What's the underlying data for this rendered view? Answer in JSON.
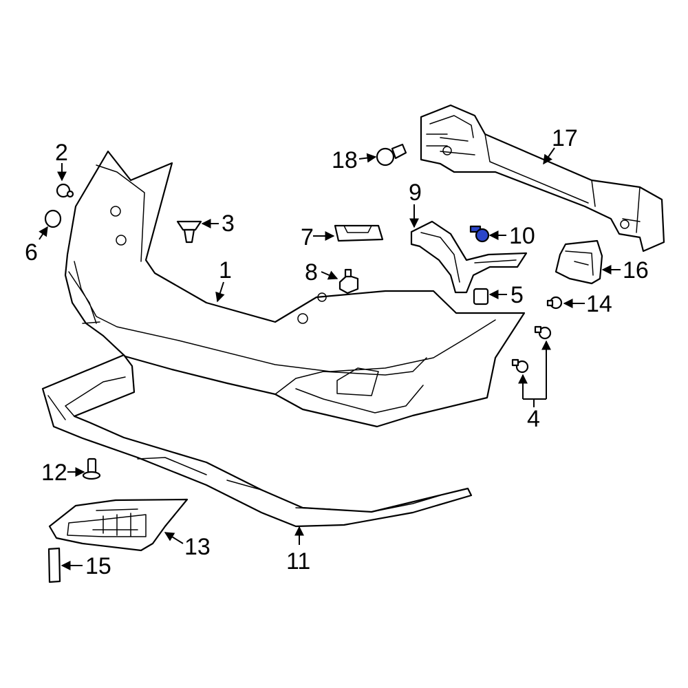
{
  "diagram": {
    "highlight_color": "#2b45c9",
    "callouts": {
      "c1": "1",
      "c2": "2",
      "c3": "3",
      "c4": "4",
      "c5": "5",
      "c6": "6",
      "c7": "7",
      "c8": "8",
      "c9": "9",
      "c10": "10",
      "c11": "11",
      "c12": "12",
      "c13": "13",
      "c14": "14",
      "c15": "15",
      "c16": "16",
      "c17": "17",
      "c18": "18"
    }
  }
}
